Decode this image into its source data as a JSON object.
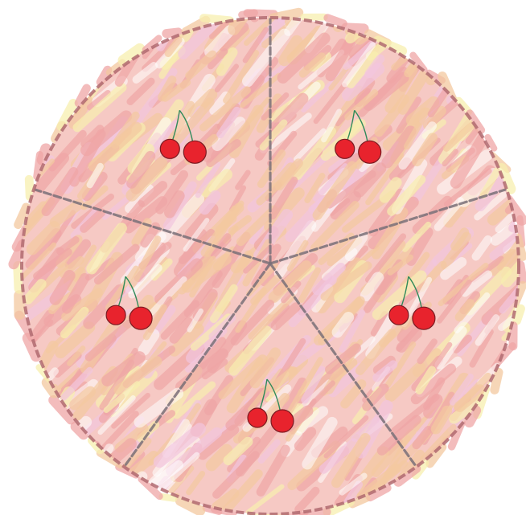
{
  "pie": {
    "slice_count": 5,
    "colors": {
      "base": "#f6c9c4",
      "stroke_pink": "#efa6a6",
      "stroke_peach": "#f4c9a0",
      "stroke_yellow": "#f8efb0",
      "stroke_lavender": "#f2c6df",
      "rim": "#b06a70",
      "cut": "#7a7078",
      "cherry": "#e8232d",
      "cherry_outline": "#7a1b22",
      "stem": "#2f8a5a"
    },
    "toppings": [
      {
        "slice": 1,
        "item": "cherry-pair"
      },
      {
        "slice": 2,
        "item": "cherry-pair"
      },
      {
        "slice": 3,
        "item": "cherry-pair"
      },
      {
        "slice": 4,
        "item": "cherry-pair"
      },
      {
        "slice": 5,
        "item": "cherry-pair"
      }
    ]
  }
}
